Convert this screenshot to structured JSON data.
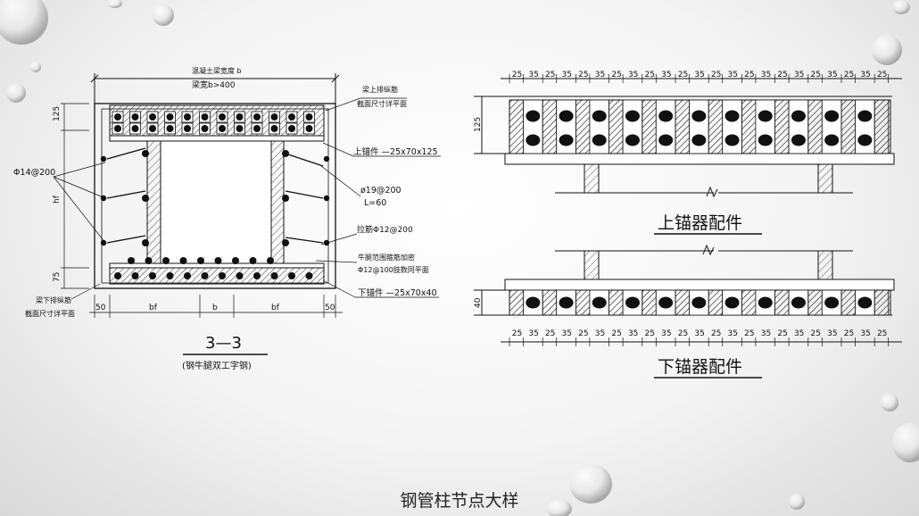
{
  "left": {
    "top_dim": "混凝土梁宽度 b",
    "top_dim2": "梁宽b>400",
    "label_top_bars": "梁上排纵筋",
    "label_top_bars2": "截面尺寸详平面",
    "label_top_anchor": "上锚件 —25x70x125",
    "label_phi14": "Φ14@200",
    "label_phi19": "ø19@200",
    "label_L": "L=60",
    "label_tie": "拉筋Φ12@200",
    "label_stirrup1": "牛腿范围箍筋加密",
    "label_stirrup2": "Φ12@100肢数同平面",
    "label_bottom_anchor": "下锚件 —25x70x40",
    "label_bot_bars": "梁下排纵筋",
    "label_bot_bars2": "截面尺寸详平面",
    "dim_125": "125",
    "dim_hf": "hf",
    "dim_75": "75",
    "bottom_dims": [
      "50",
      "bf",
      "b",
      "bf",
      "50"
    ],
    "section_title": "3—3",
    "section_sub": "(钢牛腿双工字钢)"
  },
  "right": {
    "top_dims": [
      "25",
      "35",
      "25",
      "35",
      "25",
      "35",
      "25",
      "35",
      "25",
      "35",
      "25",
      "35",
      "25",
      "35",
      "25",
      "35",
      "25",
      "35",
      "25",
      "35",
      "25",
      "35",
      "25"
    ],
    "dim_125": "125",
    "title_upper": "上锚器配件",
    "dim_40": "40",
    "bottom_dims": [
      "25",
      "35",
      "25",
      "35",
      "25",
      "35",
      "25",
      "35",
      "25",
      "35",
      "25",
      "35",
      "25",
      "35",
      "25",
      "35",
      "25",
      "35",
      "25",
      "35",
      "25",
      "35",
      "25"
    ],
    "title_lower": "下锚器配件"
  },
  "caption": "钢管柱节点大样",
  "colors": {
    "line": "#111111",
    "bg_light": "#ffffff",
    "bg_dark": "#d9d9d9"
  }
}
